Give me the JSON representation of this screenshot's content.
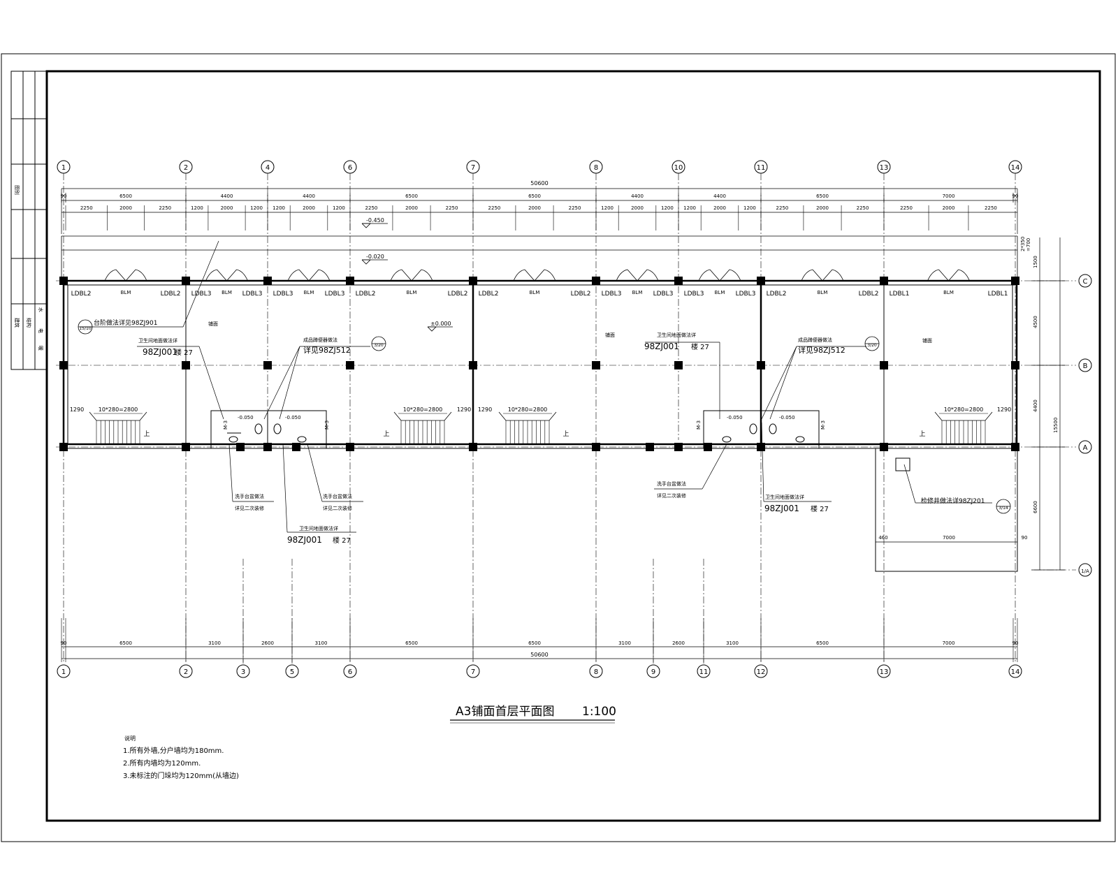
{
  "drawing": {
    "title": "A3铺面首层平面图",
    "scale": "1:100"
  },
  "axes": {
    "top": [
      "1",
      "2",
      "4",
      "6",
      "7",
      "8",
      "10",
      "11",
      "13",
      "14"
    ],
    "bottom": [
      "1",
      "2",
      "3",
      "5",
      "6",
      "7",
      "8",
      "9",
      "11",
      "12",
      "13",
      "14"
    ],
    "right": [
      "C",
      "B",
      "A",
      "1/A"
    ]
  },
  "dimensions": {
    "top_total": "50600",
    "top_bays": [
      "90",
      "6500",
      "4400",
      "4400",
      "6500",
      "6500",
      "4400",
      "4400",
      "6500",
      "7000",
      "90"
    ],
    "top_sub": [
      "2250",
      "2000",
      "2250",
      "1200",
      "2000",
      "1200",
      "1200",
      "2000",
      "1200",
      "2250",
      "2000",
      "2250",
      "2250",
      "2000",
      "2250",
      "1200",
      "2000",
      "1200",
      "1200",
      "2000",
      "1200",
      "2250",
      "2000",
      "2250",
      "2250",
      "2000",
      "2250"
    ],
    "bottom_total": "50600",
    "bottom_bays": [
      "90",
      "6500",
      "3100",
      "2600",
      "3100",
      "6500",
      "6500",
      "3100",
      "2600",
      "3100",
      "6500",
      "7000",
      "90"
    ],
    "right": [
      "2*350",
      "=700",
      "1500",
      "4500",
      "4400",
      "15500",
      "6600"
    ],
    "annex": [
      "460",
      "7000",
      "90"
    ]
  },
  "levels": [
    "-0.450",
    "-0.020",
    "±0.000",
    "-0.050",
    "-0.050",
    "-0.050",
    "-0.050"
  ],
  "windows": [
    "LDBL2",
    "BLM",
    "LDBL2",
    "LDBL3",
    "BLM",
    "LDBL3",
    "LDBL3",
    "BLM",
    "LDBL3",
    "LDBL2",
    "BLM",
    "LDBL2",
    "LDBL2",
    "BLM",
    "LDBL2",
    "LDBL3",
    "BLM",
    "LDBL3",
    "LDBL3",
    "BLM",
    "LDBL3",
    "LDBL2",
    "BLM",
    "LDBL2",
    "LDBL1",
    "BLM",
    "LDBL1"
  ],
  "rooms": [
    "铺面",
    "铺面",
    "铺面"
  ],
  "stairs": [
    "10*280=2800",
    "10*280=2800",
    "10*280=2800",
    "10*280=2800"
  ],
  "stair_dims": [
    "1290",
    "1290",
    "1290",
    "1290"
  ],
  "annotations": {
    "step": "台阶做法详见98ZJ901",
    "toilet_floor_1": "卫生间地面做法详",
    "toilet_ref_1": "98ZJ001",
    "toilet_ref_1b": "楼 27",
    "toilet_floor_2": "卫生间地面做法详",
    "toilet_ref_2": "98ZJ001",
    "toilet_ref_2b": "楼 27",
    "toilet_floor_3": "卫生间地面做法详",
    "toilet_ref_3": "98ZJ001",
    "toilet_ref_3b": "楼 27",
    "toilet_floor_4": "卫生间地面做法详",
    "toilet_ref_4": "98ZJ001",
    "toilet_ref_4b": "楼 27",
    "partition_1": "成品蹲便器做法",
    "partition_1b": "详见98ZJ512",
    "partition_2": "成品蹲便器做法",
    "partition_2b": "详见98ZJ512",
    "basin_1": "洗手台盆做法",
    "basin_1b": "详见二次装修",
    "basin_2": "洗手台盆做法",
    "basin_2b": "详见二次装修",
    "basin_3": "洗手台盆做法",
    "basin_3b": "详见二次装修",
    "shaft": "检修井做法详98ZJ201",
    "door": "M-3",
    "up": "上"
  },
  "detail_marks": [
    "15/10",
    "3/20",
    "3/20",
    "3/14"
  ],
  "notes": {
    "heading": "说明",
    "items": [
      "1.所有外墙,分户墙均为180mm.",
      "2.所有内墙均为120mm.",
      "3.未标注的门垛均为120mm(从墙边)"
    ]
  },
  "title_block": [
    "图别",
    "建筑",
    "结构",
    "水",
    "电",
    "暖"
  ]
}
